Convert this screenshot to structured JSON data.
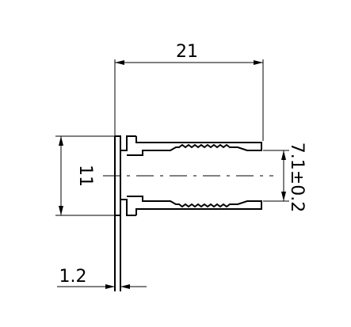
{
  "dimensions": {
    "overall_length": "21",
    "profile_height": "11",
    "flange_thickness": "1.2",
    "bore_diameter": "7.1±0.2"
  },
  "colors": {
    "line": "#000000",
    "background": "#ffffff"
  }
}
